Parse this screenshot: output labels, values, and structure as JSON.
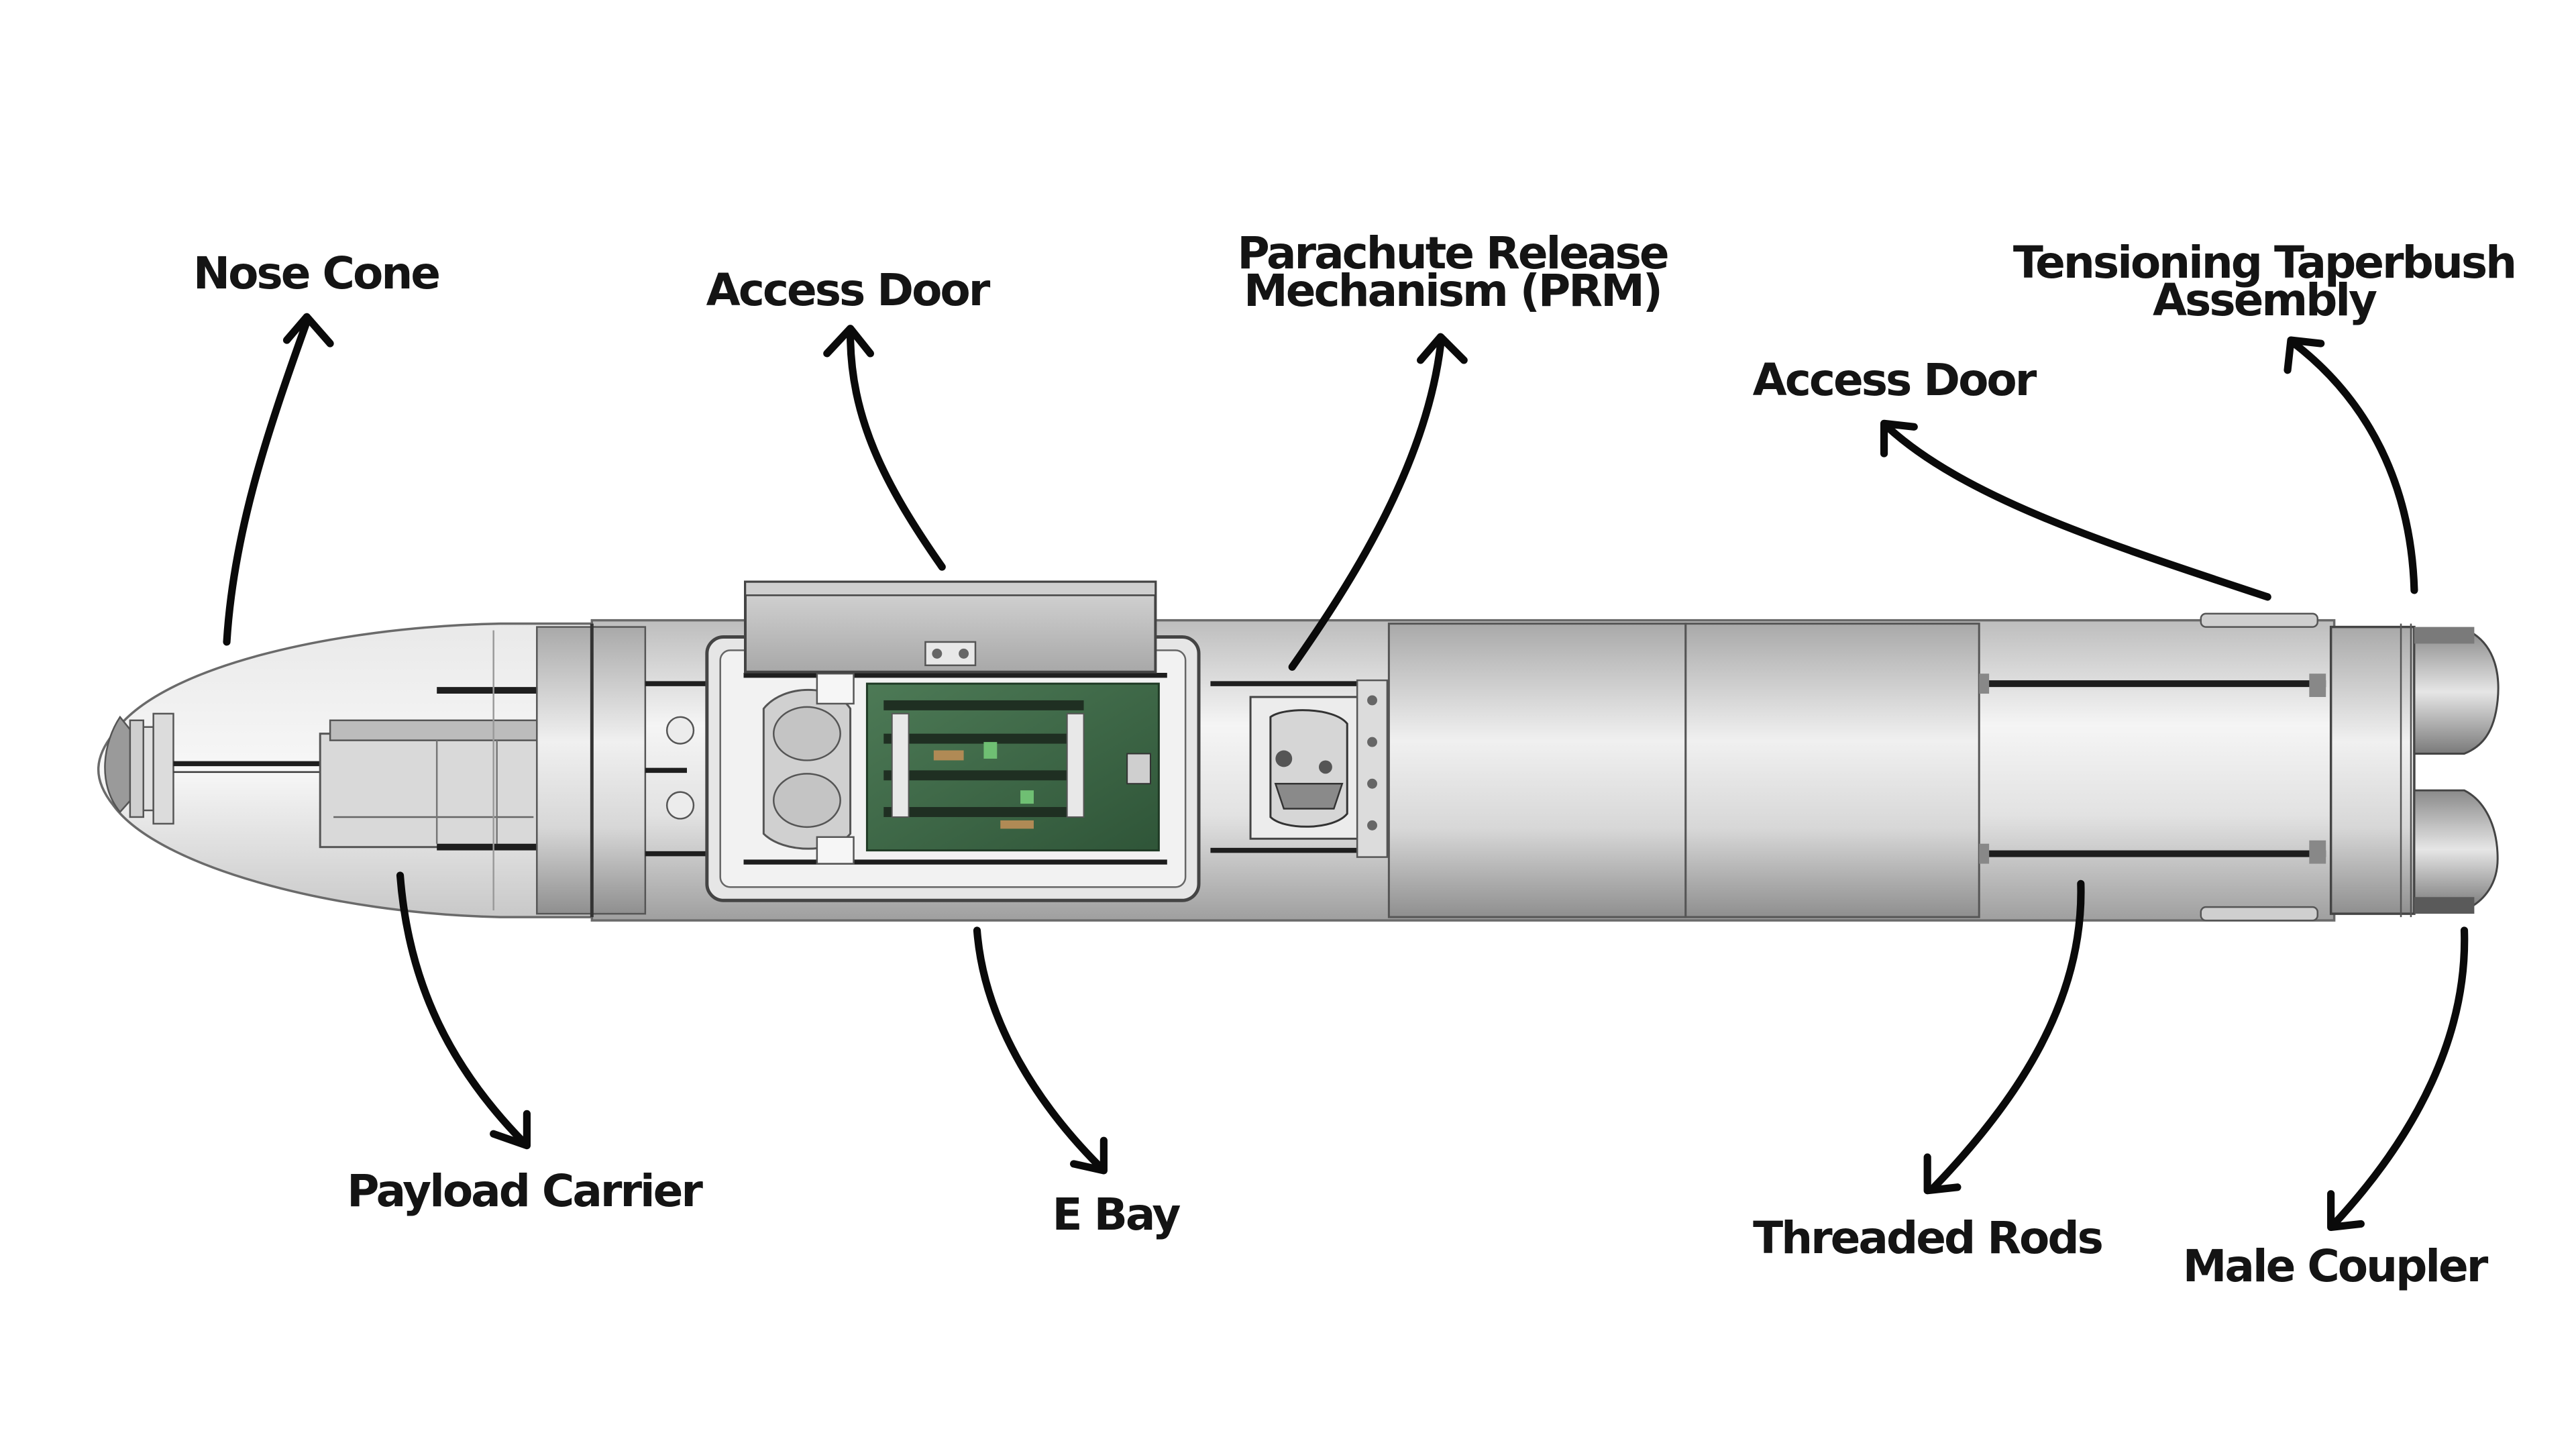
{
  "diagram": {
    "labels": {
      "nose_cone": "Nose Cone",
      "access_door_forward": "Access Door",
      "prm": [
        "Parachute Release",
        "Mechanism (PRM)"
      ],
      "tensioning": [
        "Tensioning Taperbush",
        "Assembly"
      ],
      "access_door_aft": "Access Door",
      "payload_carrier": "Payload Carrier",
      "e_bay": "E Bay",
      "threaded_rods": "Threaded Rods",
      "male_coupler": "Male Coupler"
    },
    "colors": {
      "text": "#141414",
      "arrow": "#0a0a0a",
      "body_outline": "#3a3a3a",
      "body_fill_light": "#f4f4f4",
      "body_fill_dark": "#bdbdbd",
      "pcb": "#3f6b49"
    }
  }
}
